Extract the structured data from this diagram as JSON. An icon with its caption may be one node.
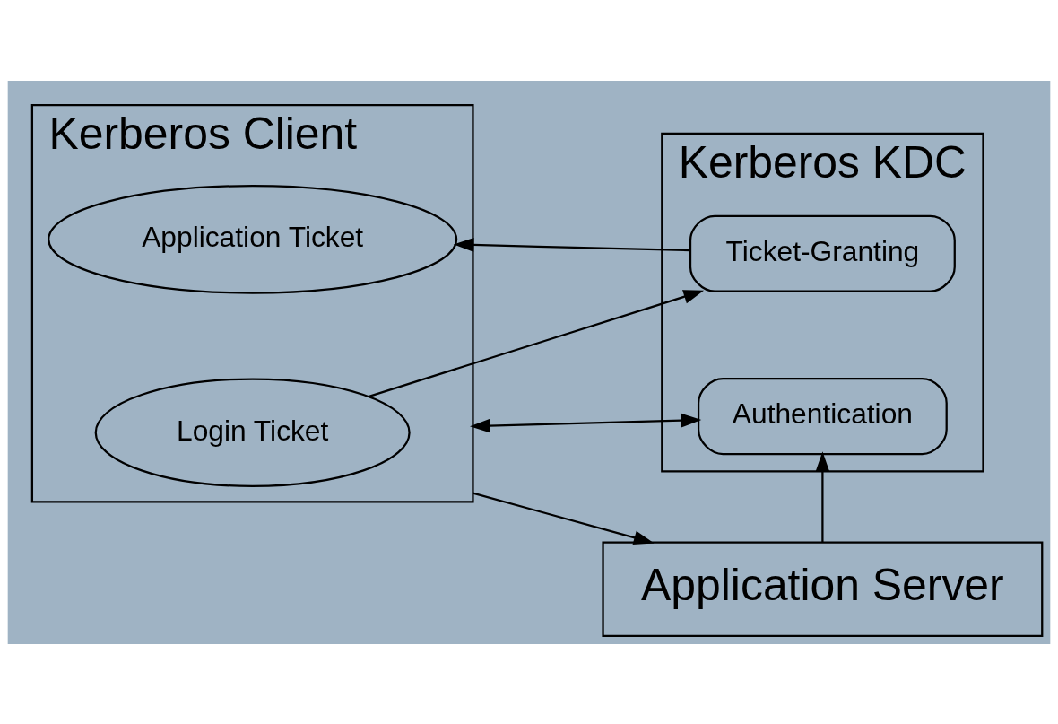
{
  "diagram": {
    "nodes": [
      {
        "text": [
          "Kerberos Client"
        ]
      },
      {
        "text": [
          "Login Ticket"
        ],
        "in": 0
      },
      {
        "text": [
          "Application Ticket"
        ],
        "in": 0
      },
      {
        "text": [
          "Kerberos KDC"
        ]
      },
      {
        "text": [
          "Authentication"
        ],
        "in": 3
      },
      {
        "text": [
          "Ticket-Granting"
        ],
        "in": 3
      },
      {
        "text": [
          "Application Server"
        ]
      }
    ],
    "edges": [
      {
        "from": 0,
        "to": 4,
        "arrow": "both"
      },
      {
        "from": 1,
        "to": 5,
        "arrow": "to"
      },
      {
        "from": 5,
        "to": 2,
        "arrow": "to"
      },
      {
        "from": 0,
        "to": 6,
        "arrow": "to"
      },
      {
        "from": 6,
        "to": 4,
        "arrow": "to"
      }
    ]
  }
}
